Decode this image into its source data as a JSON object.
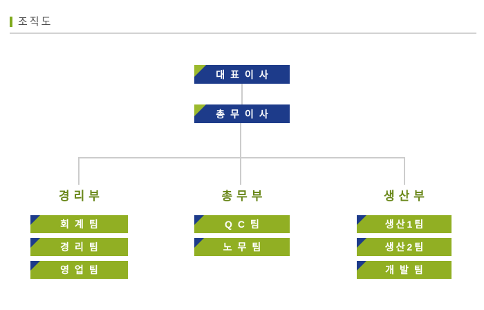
{
  "page": {
    "title": "조직도"
  },
  "colors": {
    "navy": "#1d3b8a",
    "green": "#91af23",
    "tri-green": "#9bb92d",
    "header-text": "#698719",
    "title-text": "#4d4d4d",
    "title-bar": "#7faa1e",
    "line": "#cccccc",
    "divider": "#d2d2d2"
  },
  "org_chart": {
    "top_nodes": [
      {
        "label": "대표이사"
      },
      {
        "label": "총무이사"
      }
    ],
    "departments": [
      {
        "name": "경리부",
        "teams": [
          "회계팀",
          "경리팀",
          "영업팀"
        ]
      },
      {
        "name": "총무부",
        "teams": [
          "QC팀",
          "노무팀"
        ]
      },
      {
        "name": "생산부",
        "teams": [
          "생산1팀",
          "생산2팀",
          "개발팀"
        ]
      }
    ]
  }
}
